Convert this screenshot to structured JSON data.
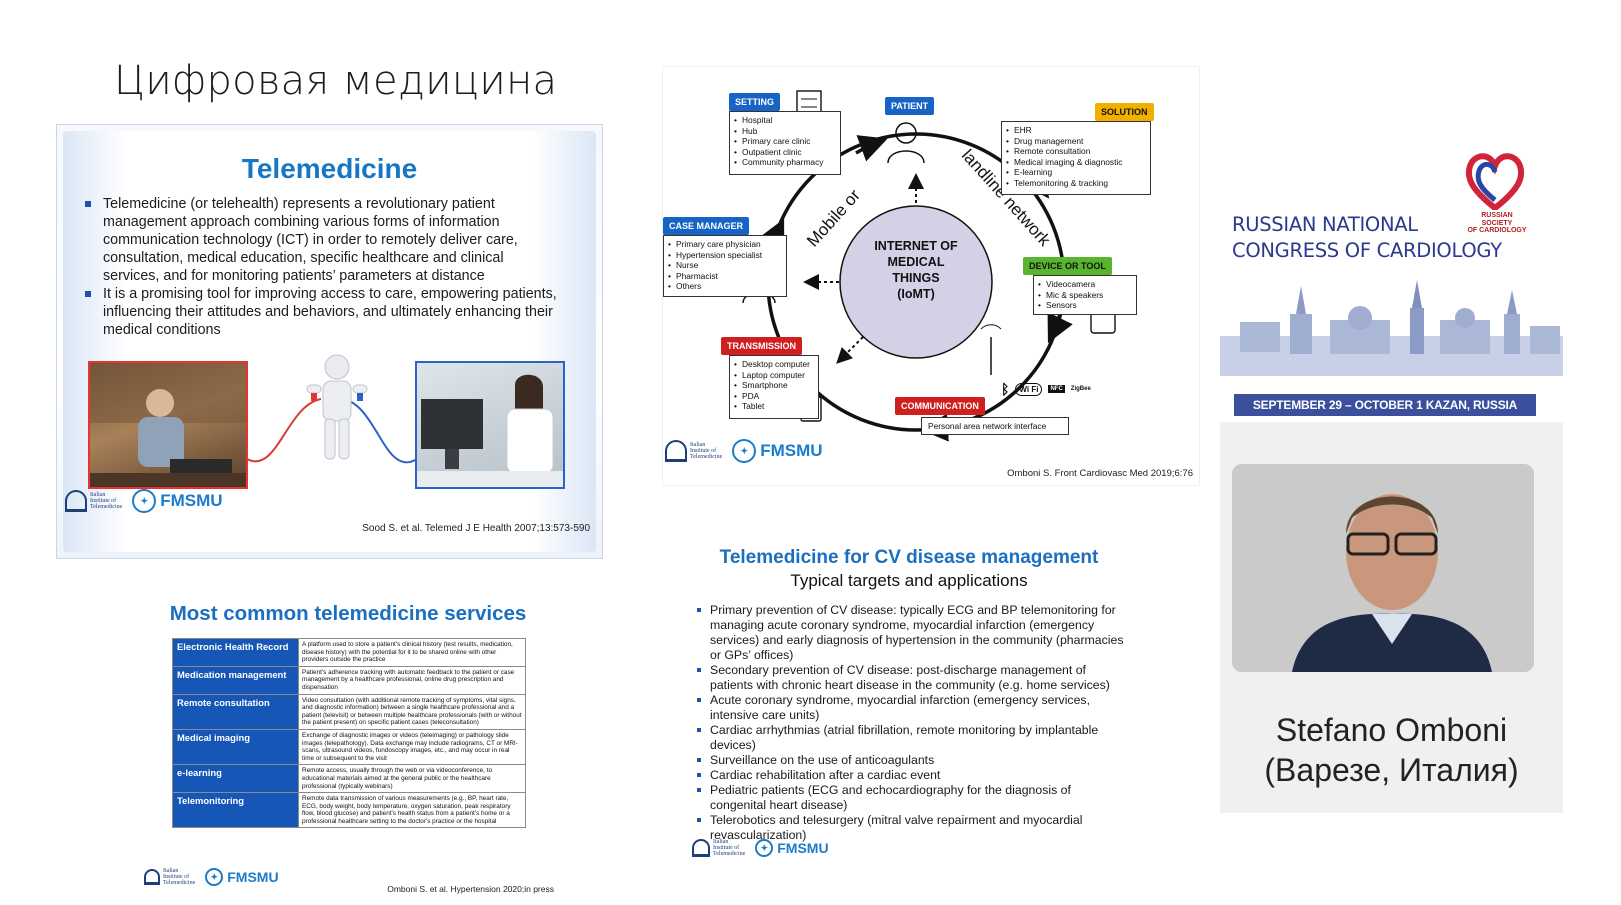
{
  "page": {
    "title": "Цифровая медицина"
  },
  "slide_telemedicine": {
    "title": "Telemedicine",
    "bullets": [
      "Telemedicine (or telehealth) represents a revolutionary patient management approach combining various forms of information communication technology (ICT) in order to remotely deliver care, consultation, medical education, specific healthcare and clinical services, and for monitoring patients’ parameters at distance",
      "It is a promising tool for improving access to care, empowering patients, influencing their attitudes and behaviors, and ultimately enhancing their medical conditions"
    ],
    "citation": "Sood S. et al. Telemed J E Health 2007;13:573-590"
  },
  "logos": {
    "iit": [
      "Italian",
      "Institute of",
      "Telemedicine"
    ],
    "fmsmu": "FMSMU"
  },
  "slide_iomt": {
    "center": [
      "INTERNET OF",
      "MEDICAL",
      "THINGS",
      "(IoMT)"
    ],
    "ring_text": "Mobile or landline network",
    "setting": {
      "label": "SETTING",
      "items": [
        "Hospital",
        "Hub",
        "Primary care clinic",
        "Outpatient clinic",
        "Community pharmacy"
      ]
    },
    "patient": {
      "label": "PATIENT"
    },
    "solution": {
      "label": "SOLUTION",
      "items": [
        "EHR",
        "Drug management",
        "Remote consultation",
        "Medical imaging & diagnostic",
        "E-learning",
        "Telemonitoring & tracking"
      ]
    },
    "case_manager": {
      "label": "CASE MANAGER",
      "items": [
        "Primary care physician",
        "Hypertension specialist",
        "Nurse",
        "Pharmacist",
        "Others"
      ]
    },
    "device": {
      "label": "DEVICE OR TOOL",
      "items": [
        "Videocamera",
        "Mic & speakers",
        "Sensors"
      ]
    },
    "transmission": {
      "label": "TRANSMISSION",
      "items": [
        "Desktop computer",
        "Laptop computer",
        "Smartphone",
        "PDA",
        "Tablet"
      ]
    },
    "communication": {
      "label": "COMMUNICATION",
      "box": "Personal area network interface",
      "icons": [
        "bluetooth-icon",
        "wifi-icon",
        "nfc-icon",
        "zigbee-icon"
      ],
      "wifi": "Wi Fi",
      "nfc": "NFC",
      "zigbee": "ZigBee"
    },
    "citation": "Omboni S. Front Cardiovasc Med 2019;6:76"
  },
  "slide_services": {
    "title": "Most common telemedicine services",
    "rows": [
      {
        "name": "Electronic Health Record",
        "desc": "A platform used to store a patient's clinical history (test results, medication, disease history) with the potential for it to be shared online with other providers outside the practice"
      },
      {
        "name": "Medication management",
        "desc": "Patient's adherence tracking with automatic feedback to the patient or case management by a healthcare professional, online drug prescription and dispensation"
      },
      {
        "name": "Remote consultation",
        "desc": "Video consultation (with additional remote tracking of symptoms, vital signs, and diagnostic information) between a single healthcare professional and a patient (televisit) or between multiple healthcare professionals (with or without the patient present) on specific patient cases (teleconsultation)"
      },
      {
        "name": "Medical imaging",
        "desc": "Exchange of diagnostic images or videos (teleimaging) or pathology slide images (telepathology). Data exchange may include radiograms, CT or MRI-scans, ultrasound videos, fundoscopy images, etc., and may occur in real time or subsequent to the visit"
      },
      {
        "name": "e-learning",
        "desc": "Remote access, usually through the web or via videoconference, to educational materials aimed at the general public or the healthcare professional (typically webinars)"
      },
      {
        "name": "Telemonitoring",
        "desc": "Remote data transmission of various measurements (e.g., BP, heart rate, ECG, body weight, body temperature, oxygen saturation, peak respiratory flow, blood glucose) and patient's health status from a patient's home or a professional healthcare setting to the doctor's practice or the hospital"
      }
    ],
    "citation": "Omboni S. et al. Hypertension 2020;in press"
  },
  "slide_cv": {
    "title": "Telemedicine for CV disease management",
    "subtitle": "Typical targets and applications",
    "bullets": [
      "Primary prevention of CV disease: typically ECG and BP telemonitoring for managing acute coronary syndrome, myocardial infarction (emergency services) and early diagnosis of hypertension in the community (pharmacies or GPs’ offices)",
      "Secondary prevention of CV disease: post-discharge management of patients with chronic heart disease in the community (e.g. home services)",
      "Acute coronary syndrome, myocardial infarction (emergency services, intensive care units)",
      "Cardiac arrhythmias (atrial fibrillation, remote monitoring by implantable devices)",
      "Surveillance on the use of anticoagulants",
      "Cardiac rehabilitation after a cardiac event",
      "Pediatric patients (ECG and echocardiography for the diagnosis of congenital heart disease)",
      "Telerobotics and telesurgery (mitral valve repairment and myocardial revascularization)"
    ]
  },
  "speaker_panel": {
    "society": [
      "RUSSIAN",
      "SOCIETY",
      "OF CARDIOLOGY"
    ],
    "congress": [
      "RUSSIAN NATIONAL",
      "CONGRESS OF CARDIOLOGY"
    ],
    "dates": "SEPTEMBER 29 – OCTOBER 1  KAZAN, RUSSIA",
    "speaker_name": "Stefano Omboni",
    "speaker_location": "(Варезе, Италия)"
  },
  "colors": {
    "accent_blue": "#1b6fc0",
    "congress_blue": "#2b3a8c",
    "red": "#cf1f1f"
  }
}
